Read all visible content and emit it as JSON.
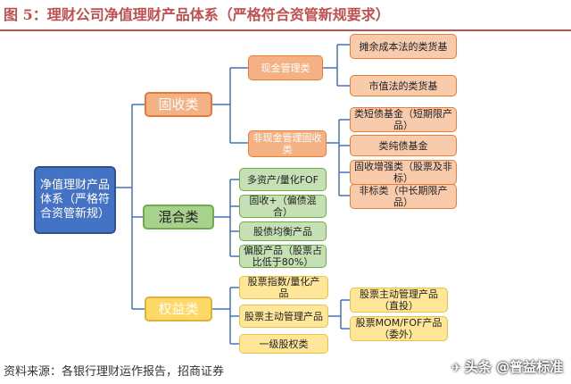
{
  "title": "图 5：理财公司净值理财产品体系（严格符合资管新规要求）",
  "root": "净值理财产品体系（严格符合资管新规）",
  "categories": {
    "fixed_income": {
      "label": "固收类",
      "cash": {
        "label": "现金管理类",
        "items": [
          "摊余成本法的类货基",
          "市值法的类货基"
        ]
      },
      "non_cash": {
        "label": "非现金管理固收类",
        "items": [
          "类短债基金（短期限产品）",
          "类纯债基金",
          "固收增强类（股票及非标）",
          "非标类（中长期限产品）"
        ]
      }
    },
    "mixed": {
      "label": "混合类",
      "items": [
        "多资产/量化FOF",
        "固收+（偏债混合）",
        "股债均衡产品",
        "偏股产品（股票占比低于80%）"
      ]
    },
    "equity": {
      "label": "权益类",
      "items": [
        "股票指数/量化产品",
        "股票主动管理产品",
        "一级股权类"
      ],
      "active_sub": [
        "股票主动管理产品（直投）",
        "股票MOM/FOF产品（委外）"
      ]
    }
  },
  "source": "资料来源：各银行理财运作报告，招商证券",
  "watermark": "头条 @普益标准",
  "colors": {
    "title": "#c0504d",
    "root": "#4472c4",
    "fixed_income": "#f4b183",
    "mixed": "#a9d18e",
    "equity": "#ffd966",
    "connector": "#4472c4"
  }
}
